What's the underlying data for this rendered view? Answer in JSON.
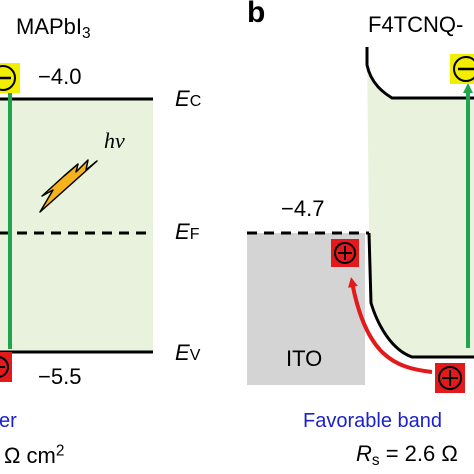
{
  "panel_a": {
    "material": "MAPbI",
    "material_sub": "3",
    "ec_value": "−4.0",
    "ev_value": "−5.5",
    "ec_label": "E",
    "ec_sub": "C",
    "ef_label": "E",
    "ef_sub": "F",
    "ev_label": "E",
    "ev_sub": "V",
    "photon_label": "hν",
    "caption_fragment": "er",
    "resistance_fragment": "Ω cm",
    "resistance_exp": "2"
  },
  "panel_b": {
    "panel_letter": "b",
    "material": "F4TCNQ-",
    "fermi_value": "−4.7",
    "electrode_label": "ITO",
    "caption": "Favorable band",
    "resistance_symbol": "R",
    "resistance_sub": "s",
    "resistance_value": "= 2.6 Ω"
  },
  "colors": {
    "region_fill": "#e8f2dc",
    "ito_fill": "#d4d4d4",
    "arrow_green": "#1fa64c",
    "hole_red": "#e31a1c",
    "electron_yellow": "#f2ee00",
    "lightning": "#f5b21d",
    "caption_blue": "#1c22c8"
  },
  "icons": [
    "electron-icon",
    "hole-icon",
    "lightning-icon"
  ]
}
